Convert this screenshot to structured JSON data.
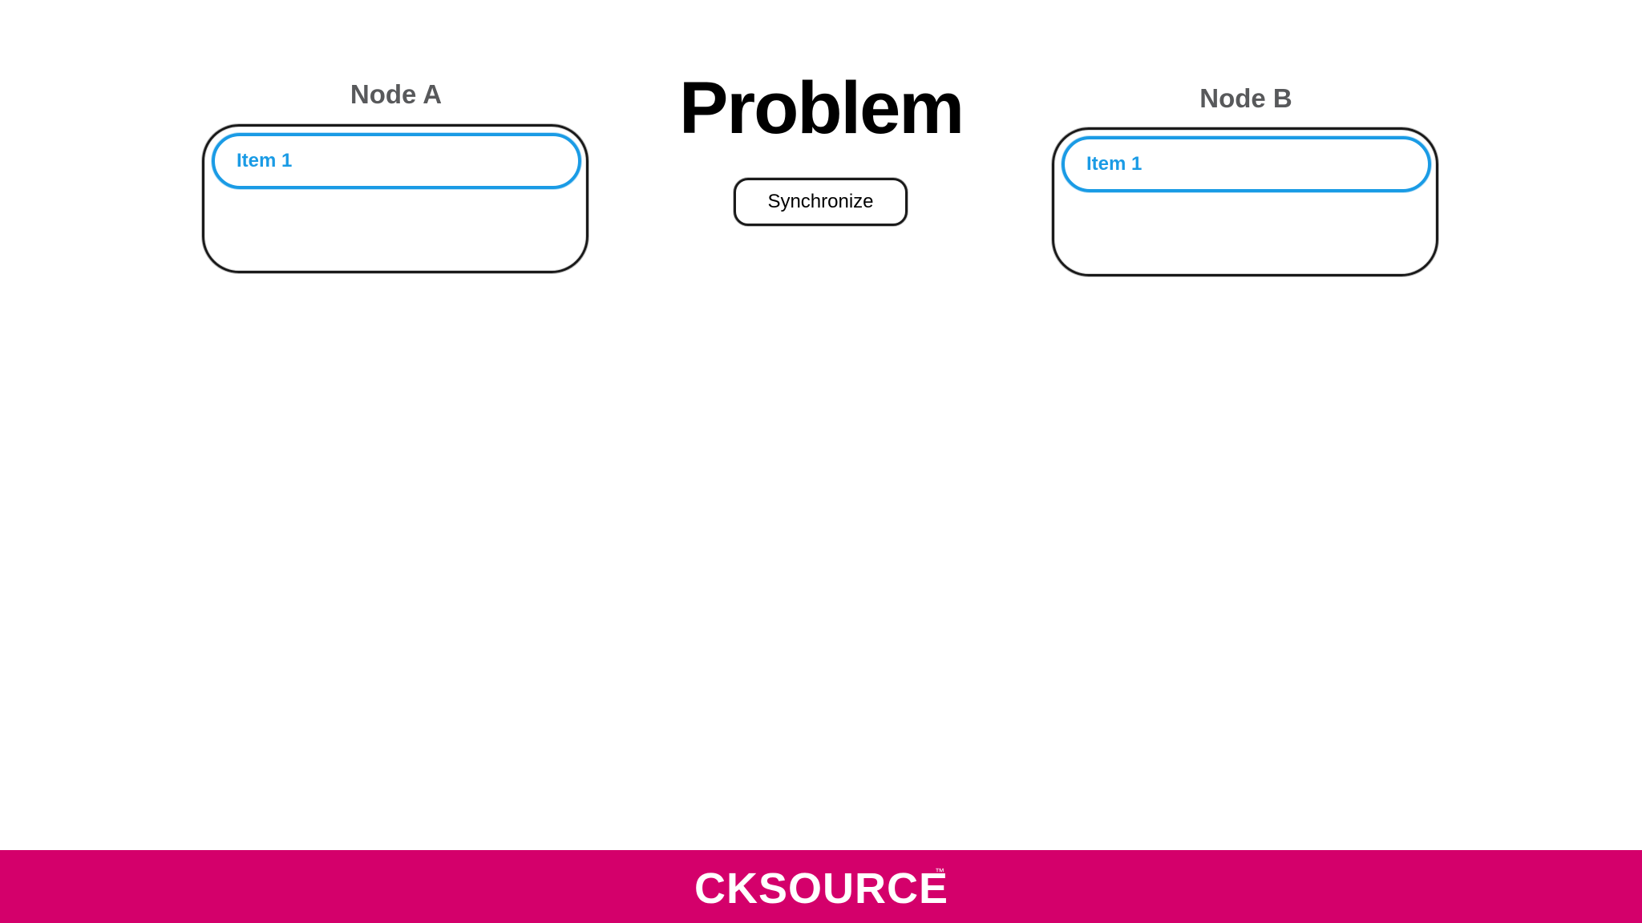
{
  "title": "Problem",
  "sync_button": {
    "label": "Synchronize"
  },
  "nodes": [
    {
      "name": "Node A",
      "items": [
        "Item 1"
      ]
    },
    {
      "name": "Node B",
      "items": [
        "Item 1"
      ]
    }
  ],
  "footer": {
    "logo_text": "CKSOURCE",
    "trademark": "™",
    "background": "#d4006b"
  },
  "colors": {
    "item_accent": "#1a9be5",
    "node_title": "#58595b"
  }
}
